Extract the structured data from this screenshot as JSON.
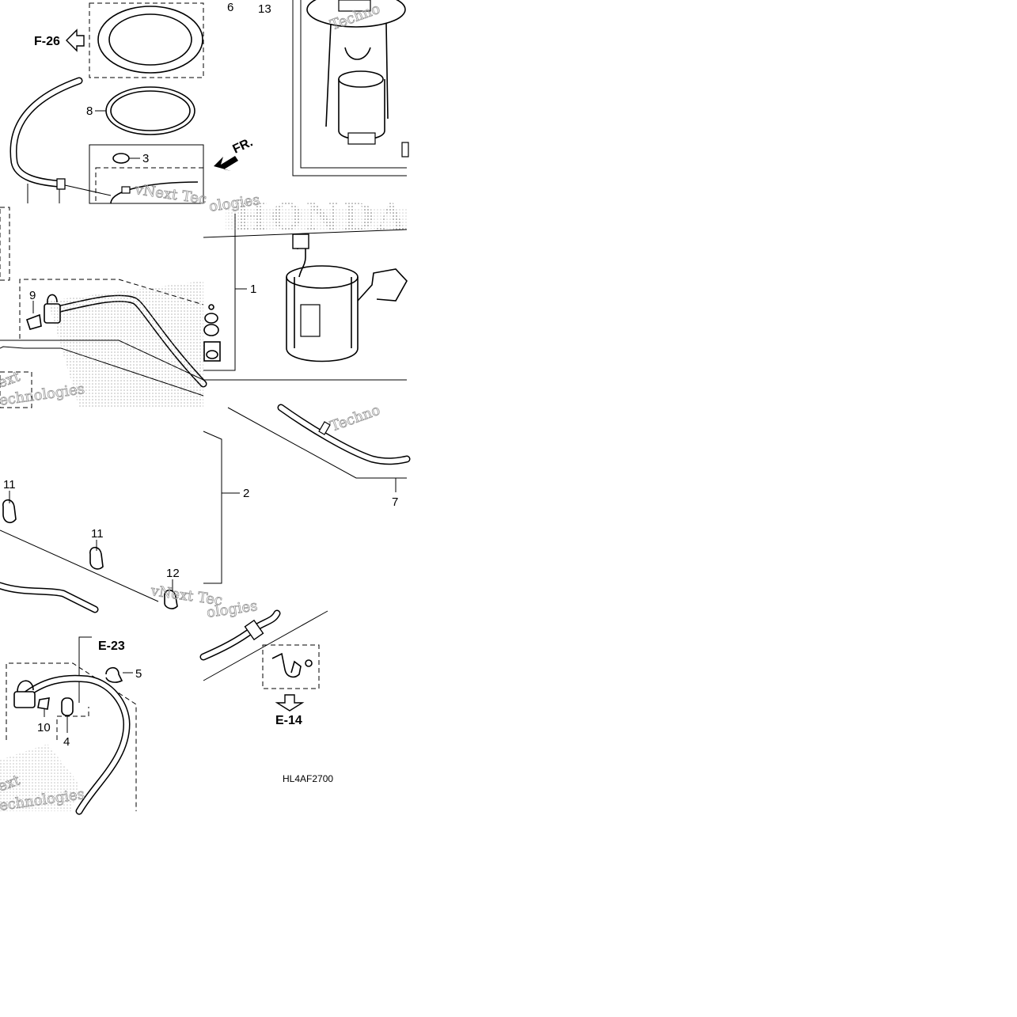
{
  "callouts": [
    {
      "id": "c1",
      "text": "1"
    },
    {
      "id": "c2",
      "text": "2"
    },
    {
      "id": "c3",
      "text": "3"
    },
    {
      "id": "c4",
      "text": "4"
    },
    {
      "id": "c5",
      "text": "5"
    },
    {
      "id": "c6",
      "text": "6"
    },
    {
      "id": "c7",
      "text": "7"
    },
    {
      "id": "c8",
      "text": "8"
    },
    {
      "id": "c9",
      "text": "9"
    },
    {
      "id": "c10",
      "text": "10"
    },
    {
      "id": "c11a",
      "text": "11"
    },
    {
      "id": "c11b",
      "text": "11"
    },
    {
      "id": "c12",
      "text": "12"
    },
    {
      "id": "c13",
      "text": "13"
    }
  ],
  "refs": {
    "f26": "F-26",
    "e23": "E-23",
    "e14": "E-14",
    "front": "FR."
  },
  "brand": "HONDA",
  "watermarks": {
    "w1": "Techno",
    "w2": "vNext Tec",
    "w3": "ologies",
    "w4": "ext",
    "w5": "echnologies",
    "w6": "Techno",
    "w7": "vNext Tec",
    "w8": "ologies",
    "w9": "ext",
    "w10": "echnologies"
  },
  "diagram_code": "HL4AF2700"
}
